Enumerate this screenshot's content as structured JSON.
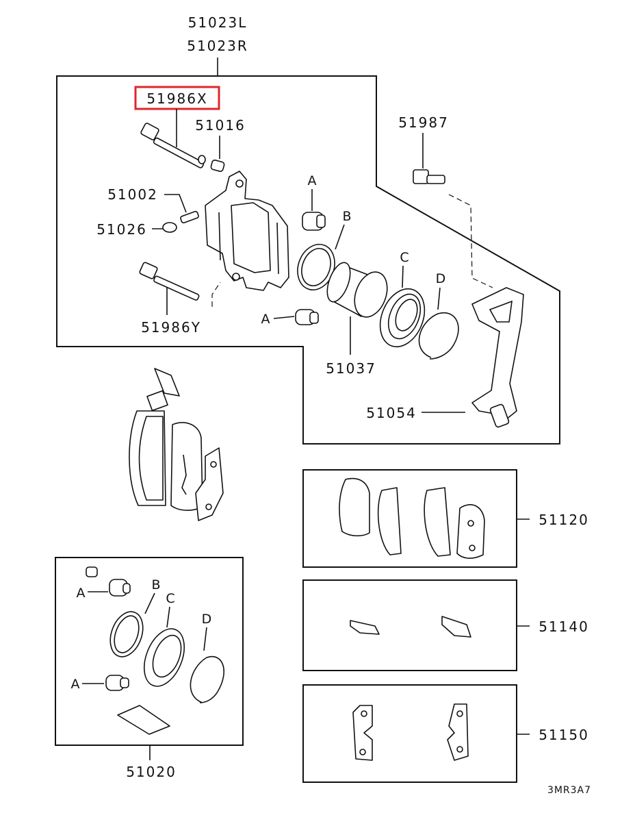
{
  "diagram": {
    "caliper_assembly_labels": [
      "51023L",
      "51023R"
    ],
    "highlighted_part": "51986X",
    "drawing_code": "3MR3A7",
    "parts": {
      "p51016": "51016",
      "p51987": "51987",
      "p51002": "51002",
      "p51026": "51026",
      "p51986y": "51986Y",
      "p51037": "51037",
      "p51054": "51054",
      "p51120": "51120",
      "p51140": "51140",
      "p51150": "51150",
      "p51020": "51020"
    },
    "callouts": {
      "a": "A",
      "b": "B",
      "c": "C",
      "d": "D"
    },
    "highlight_color": "#e0262b"
  }
}
